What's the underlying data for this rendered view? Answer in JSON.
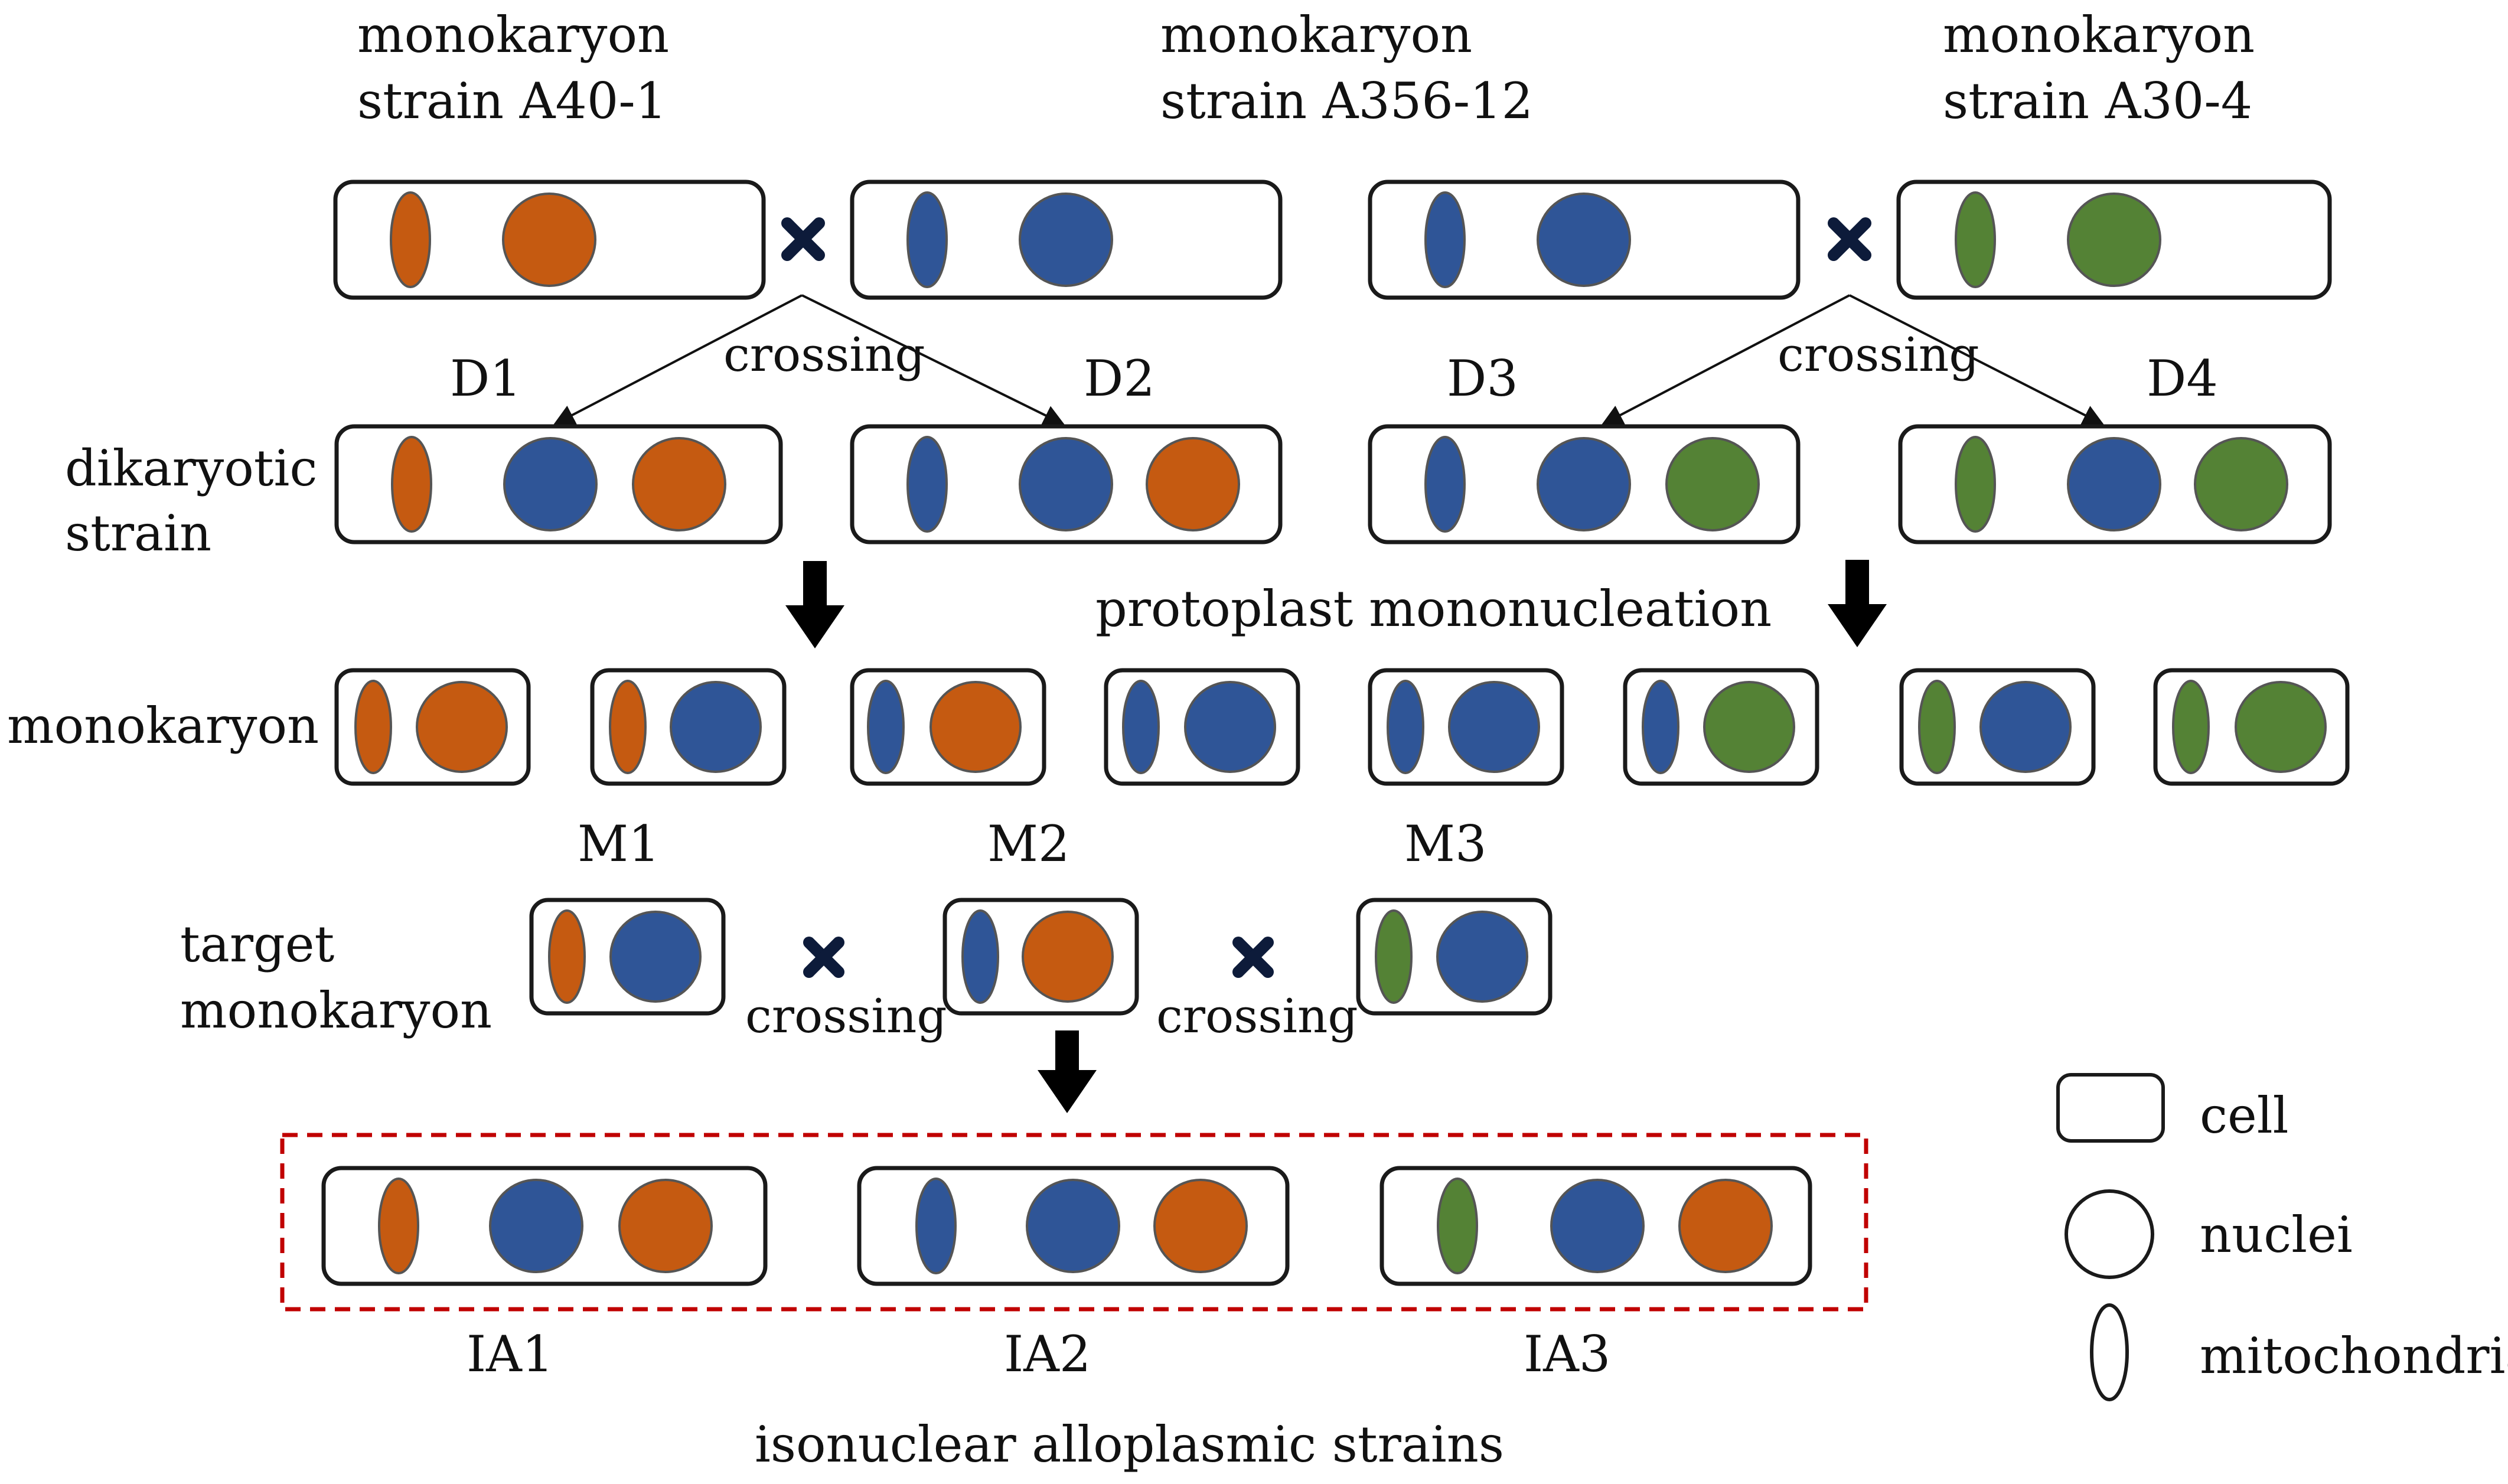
{
  "colors": {
    "orange": "#C55A11",
    "blue": "#2F5597",
    "green": "#548235",
    "dashed_box": "#C00000",
    "outline": "#1a1a1a"
  },
  "labels": {
    "strain_a40": [
      "monokaryon",
      "strain A40-1"
    ],
    "strain_a356": [
      "monokaryon",
      "strain A356-12"
    ],
    "strain_a30": [
      "monokaryon",
      "strain A30-4"
    ],
    "crossing": "crossing",
    "d1": "D1",
    "d2": "D2",
    "d3": "D3",
    "d4": "D4",
    "dikaryotic": [
      "dikaryotic",
      "strain"
    ],
    "protoplast": "protoplast mononucleation",
    "monokaryon": "monokaryon",
    "m1": "M1",
    "m2": "M2",
    "m3": "M3",
    "target": [
      "target",
      "monokaryon"
    ],
    "ia1": "IA1",
    "ia2": "IA2",
    "ia3": "IA3",
    "isonuclear": "isonuclear alloplasmic strains"
  },
  "legend": {
    "cell": "cell",
    "nuclei": "nuclei",
    "mitochondria": "mitochondria"
  },
  "cells": {
    "parents": [
      {
        "name": "A40-1",
        "mito": "orange",
        "nuclei": [
          "orange"
        ]
      },
      {
        "name": "A356-12",
        "mito": "blue",
        "nuclei": [
          "blue"
        ]
      },
      {
        "name": "A356-12",
        "mito": "blue",
        "nuclei": [
          "blue"
        ]
      },
      {
        "name": "A30-4",
        "mito": "green",
        "nuclei": [
          "green"
        ]
      }
    ],
    "dikaryons": [
      {
        "name": "D1",
        "mito": "orange",
        "nuclei": [
          "blue",
          "orange"
        ]
      },
      {
        "name": "D2",
        "mito": "blue",
        "nuclei": [
          "blue",
          "orange"
        ]
      },
      {
        "name": "D3",
        "mito": "blue",
        "nuclei": [
          "blue",
          "green"
        ]
      },
      {
        "name": "D4",
        "mito": "green",
        "nuclei": [
          "blue",
          "green"
        ]
      }
    ],
    "monokaryons": [
      {
        "mito": "orange",
        "nuclei": [
          "orange"
        ]
      },
      {
        "mito": "orange",
        "nuclei": [
          "blue"
        ]
      },
      {
        "mito": "blue",
        "nuclei": [
          "orange"
        ]
      },
      {
        "mito": "blue",
        "nuclei": [
          "blue"
        ]
      },
      {
        "mito": "blue",
        "nuclei": [
          "blue"
        ]
      },
      {
        "mito": "blue",
        "nuclei": [
          "green"
        ]
      },
      {
        "mito": "green",
        "nuclei": [
          "blue"
        ]
      },
      {
        "mito": "green",
        "nuclei": [
          "green"
        ]
      }
    ],
    "targets": [
      {
        "name": "M1",
        "mito": "orange",
        "nuclei": [
          "blue"
        ]
      },
      {
        "name": "M2",
        "mito": "blue",
        "nuclei": [
          "orange"
        ]
      },
      {
        "name": "M3",
        "mito": "green",
        "nuclei": [
          "blue"
        ]
      }
    ],
    "isonuclear": [
      {
        "name": "IA1",
        "mito": "orange",
        "nuclei": [
          "blue",
          "orange"
        ]
      },
      {
        "name": "IA2",
        "mito": "blue",
        "nuclei": [
          "blue",
          "orange"
        ]
      },
      {
        "name": "IA3",
        "mito": "green",
        "nuclei": [
          "blue",
          "orange"
        ]
      }
    ]
  }
}
